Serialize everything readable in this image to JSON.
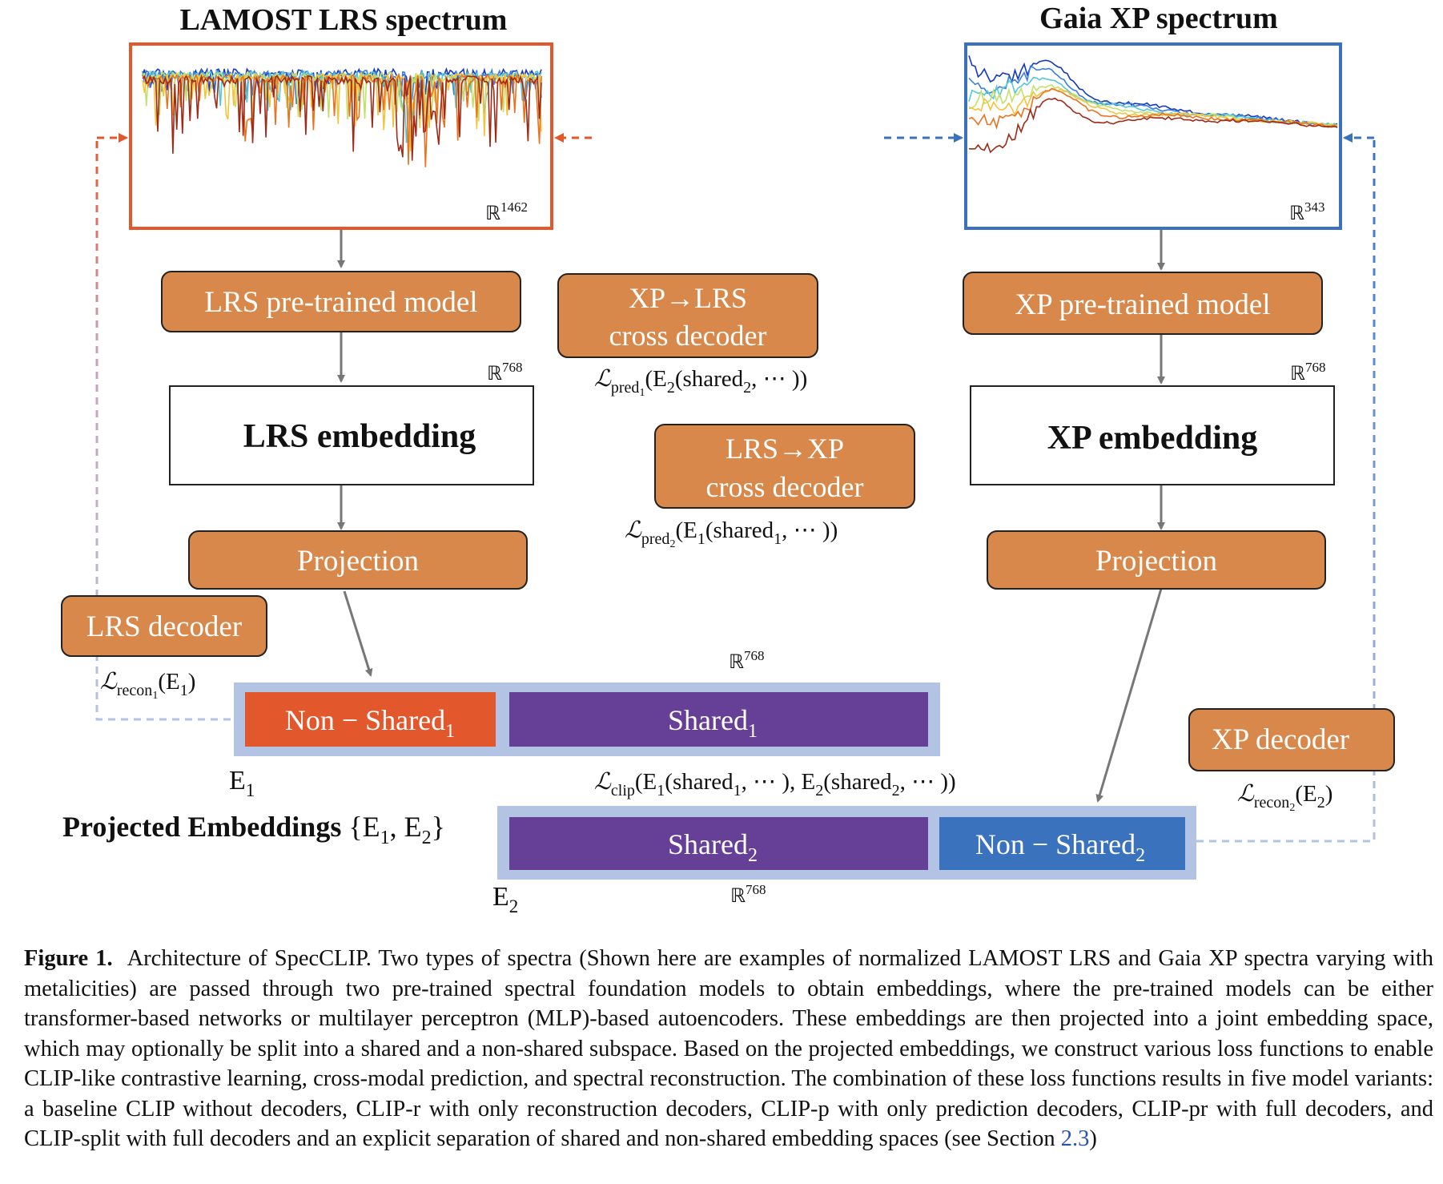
{
  "figure": {
    "lrs_title": "LAMOST LRS spectrum",
    "xp_title": "Gaia XP spectrum",
    "lrs_dim_sym": "ℝ",
    "lrs_dim_exp": "1462",
    "xp_dim_sym": "ℝ",
    "xp_dim_exp": "343",
    "emb_dim_sym": "ℝ",
    "emb_dim_exp": "768",
    "lrs_pretrained": "LRS pre-trained model",
    "xp_pretrained": "XP pre-trained model",
    "lrs_embedding": "LRS embedding",
    "xp_embedding": "XP embedding",
    "projection": "Projection",
    "lrs_decoder": "LRS decoder",
    "xp_decoder": "XP decoder",
    "xp_to_lrs_1": "XP→LRS",
    "xp_to_lrs_2": "cross decoder",
    "lrs_to_xp_1": "LRS→XP",
    "lrs_to_xp_2": "cross decoder",
    "non_shared": "Non − Shared",
    "shared": "Shared",
    "sub1": "1",
    "sub2": "2",
    "E": "E",
    "projected_embeddings": "Projected Embeddings",
    "set_open": "{E",
    "set_mid": ", E",
    "set_close": "}",
    "loss_L": "ℒ",
    "pred": "pred",
    "recon": "recon",
    "clip": "clip",
    "arg_e2_shared2": "(E",
    "shared_lower": "shared",
    "ellipsis_close": ", ⋯ ))",
    "clip_mid": ", ⋯ ), E",
    "recon_arg_1": "(E",
    "recon_arg_close": ")",
    "paren_open": "(",
    "colors": {
      "orange": "#d8884b",
      "red_orange": "#e2572c",
      "purple": "#663f96",
      "blue": "#3b72bd",
      "light_blue": "#b3c3e3",
      "lrs_frame": "#e2572c",
      "xp_frame": "#3b72bd"
    }
  },
  "caption": {
    "label": "Figure 1.",
    "text": "Architecture of SpecCLIP. Two types of spectra (Shown here are examples of normalized LAMOST LRS and Gaia XP spectra varying with metalicities) are passed through two pre-trained spectral foundation models to obtain embeddings, where the pre-trained models can be either transformer-based networks or multilayer perceptron (MLP)-based autoencoders.  These embeddings are then projected into a joint embedding space, which may optionally be split into a shared and a non-shared subspace.  Based on the projected embeddings, we construct various loss functions to enable CLIP-like contrastive learning, cross-modal prediction, and spectral reconstruction. The combination of these loss functions results in five model variants: a baseline CLIP without decoders, CLIP-r with only reconstruction decoders, CLIP-p with only prediction decoders, CLIP-pr with full decoders, and CLIP-split with full decoders and an explicit separation of shared and non-shared embedding spaces (see Section ",
    "section_ref": "2.3",
    "text_end": ")"
  }
}
